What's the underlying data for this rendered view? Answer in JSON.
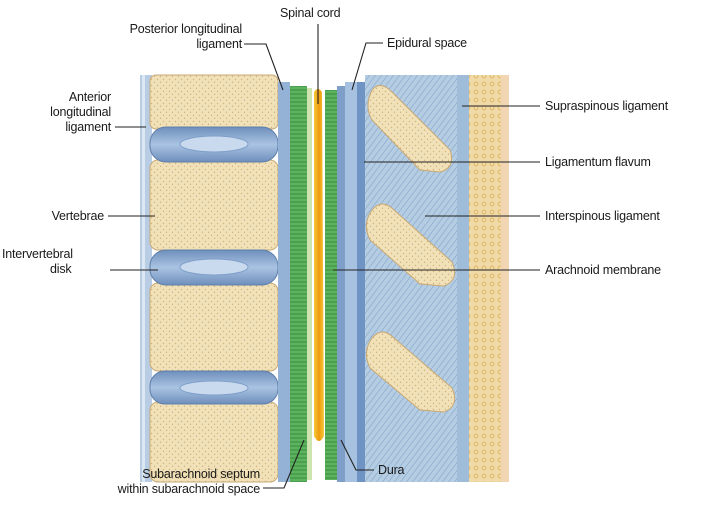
{
  "labels": {
    "spinal_cord": "Spinal cord",
    "posterior_longitudinal_ligament": [
      "Posterior longitudinal",
      "ligament"
    ],
    "epidural_space": "Epidural space",
    "anterior_longitudinal_ligament": [
      "Anterior",
      "longitudinal",
      "ligament"
    ],
    "supraspinous_ligament": "Supraspinous ligament",
    "ligamentum_flavum": "Ligamentum flavum",
    "vertebrae": "Vertebrae",
    "interspinous_ligament": "Interspinous ligament",
    "intervertebral_disk": [
      "Intervertebral",
      "disk"
    ],
    "arachnoid_membrane": "Arachnoid membrane",
    "subarachnoid_septum": [
      "Subarachnoid septum",
      "within subarachnoid space"
    ],
    "dura": "Dura"
  },
  "colors": {
    "bone": "#f1e1b8",
    "bone_dots": "#d4b37a",
    "disk": "#7f9fc9",
    "ligament_blue": "#9ebad8",
    "arachnoid_green": "#5bb45d",
    "spinal_cord_yellow": "#f2b81a",
    "leader_line": "#222222"
  }
}
